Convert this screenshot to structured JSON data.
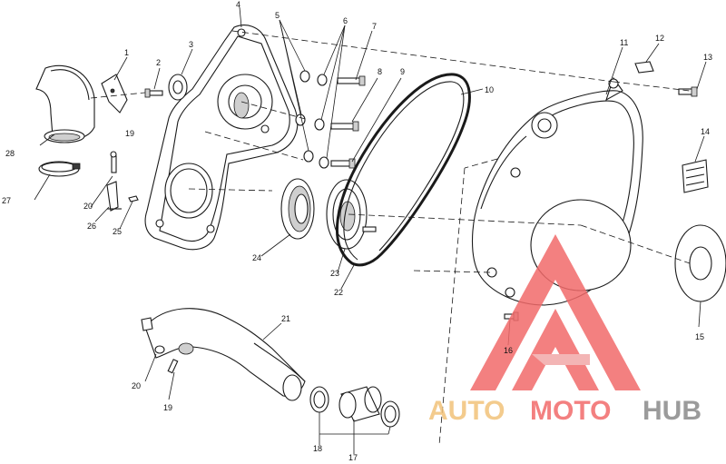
{
  "callouts": {
    "c1": "1",
    "c2": "2",
    "c3": "3",
    "c4": "4",
    "c5": "5",
    "c6": "6",
    "c7": "7",
    "c8": "8",
    "c9": "9",
    "c10": "10",
    "c11": "11",
    "c12": "12",
    "c13": "13",
    "c14": "14",
    "c15": "15",
    "c16": "16",
    "c17": "17",
    "c18": "18",
    "c19a": "19",
    "c19b": "19",
    "c20a": "20",
    "c20b": "20",
    "c21": "21",
    "c22": "22",
    "c23": "23",
    "c24": "24",
    "c25": "25",
    "c26": "26",
    "c27": "27",
    "c28": "28"
  },
  "watermark": {
    "part1": "AUTO",
    "part2": "MOTO",
    "part3": "HUB",
    "colors": {
      "yellow": "#f2c27a",
      "red": "#f26a6a",
      "gray": "#8a8a8a"
    }
  }
}
